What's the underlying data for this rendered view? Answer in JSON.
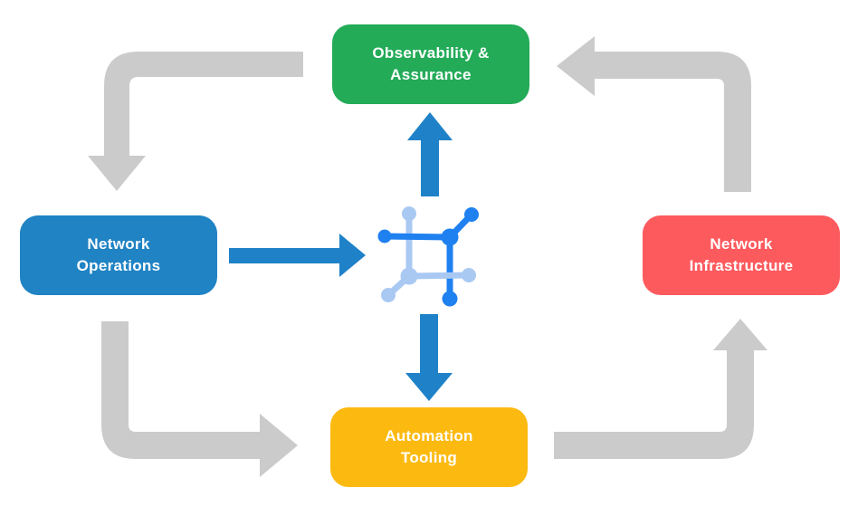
{
  "diagram": {
    "title": "",
    "nodes": [
      {
        "id": "observability-assurance",
        "label": "Observability & Assurance",
        "lines": [
          "Observability &",
          "Assurance"
        ],
        "color": "#23ab58"
      },
      {
        "id": "network-operations",
        "label": "Network Operations",
        "lines": [
          "Network",
          "Operations"
        ],
        "color": "#1f83c4"
      },
      {
        "id": "network-infrastructure",
        "label": "Network Infrastructure",
        "lines": [
          "Network",
          "Infrastructure"
        ],
        "color": "#fd5a5e"
      },
      {
        "id": "automation-tooling",
        "label": "Automation Tooling",
        "lines": [
          "Automation",
          "Tooling"
        ],
        "color": "#fcba11"
      }
    ],
    "hub": {
      "icon": "network-mesh-icon"
    },
    "cycle_arrows": [
      {
        "from": "Observability & Assurance",
        "to": "Network Operations",
        "style": "gray-elbow"
      },
      {
        "from": "Network Operations",
        "to": "Automation Tooling",
        "style": "gray-elbow"
      },
      {
        "from": "Automation Tooling",
        "to": "Network Infrastructure",
        "style": "gray-elbow"
      },
      {
        "from": "Network Infrastructure",
        "to": "Observability & Assurance",
        "style": "gray-elbow"
      }
    ],
    "hub_arrows": [
      {
        "from": "Network Operations",
        "to": "hub",
        "style": "blue-straight"
      },
      {
        "from": "hub",
        "to": "Observability & Assurance",
        "style": "blue-straight"
      },
      {
        "from": "hub",
        "to": "Automation Tooling",
        "style": "blue-straight"
      }
    ]
  },
  "colors": {
    "background": "#ffffff",
    "text": "#ffffff",
    "arrow_gray": "#cbcbcb",
    "arrow_blue": "#1f82c8",
    "icon_blue": "#1f80f0",
    "icon_light_blue": "#a9c9f3"
  }
}
